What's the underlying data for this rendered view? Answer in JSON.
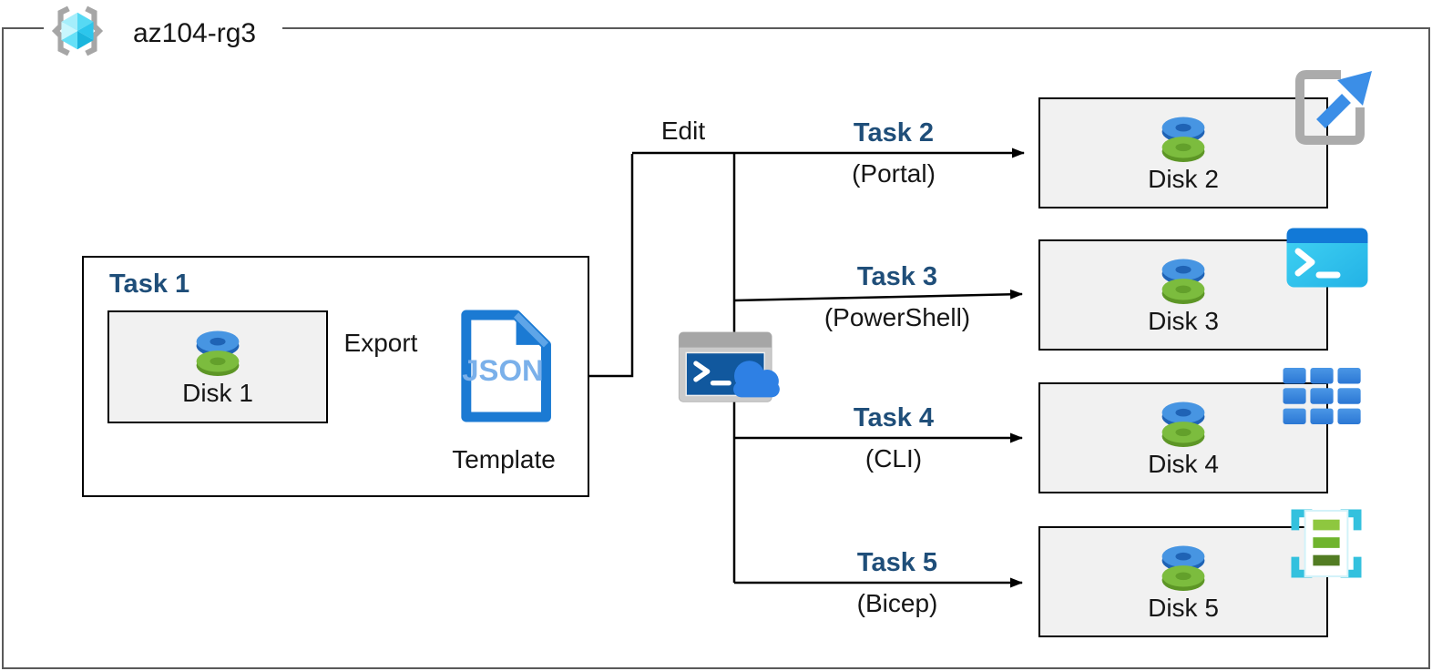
{
  "resource_group": {
    "label": "az104-rg3"
  },
  "task1": {
    "title": "Task 1",
    "disk": "Disk 1",
    "export_label": "Export",
    "json_label": "JSON",
    "template_label": "Template"
  },
  "edit_label": "Edit",
  "tasks": [
    {
      "title": "Task 2",
      "method": "(Portal)",
      "disk": "Disk 2",
      "icon": "portal"
    },
    {
      "title": "Task 3",
      "method": "(PowerShell)",
      "disk": "Disk 3",
      "icon": "powershell"
    },
    {
      "title": "Task 4",
      "method": "(CLI)",
      "disk": "Disk 4",
      "icon": "cli"
    },
    {
      "title": "Task 5",
      "method": "(Bicep)",
      "disk": "Disk 5",
      "icon": "bicep"
    }
  ],
  "icons": {
    "resource_group": "resource-group-icon",
    "disk": "disk-icon",
    "json_document": "json-template-icon",
    "cloud_shell": "cloud-shell-icon",
    "portal": "portal-icon",
    "powershell": "powershell-icon",
    "cli": "cli-icon",
    "bicep": "bicep-icon"
  },
  "colors": {
    "task_title": "#1F4E79",
    "frame_gray": "#595959",
    "box_fill": "#f1f1f1",
    "line_black": "#000000",
    "disk_blue": "#4795e2",
    "disk_green": "#7cbc3e",
    "json_blue": "#1b7ad3",
    "cyan": "#33c1de"
  }
}
